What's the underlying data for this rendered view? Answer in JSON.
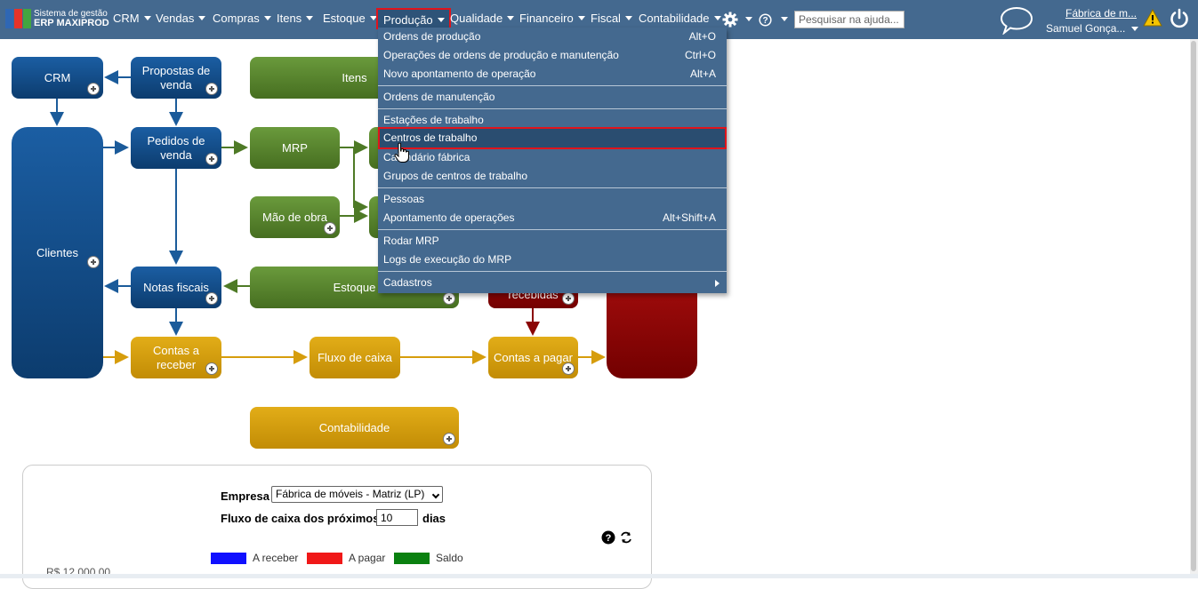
{
  "app": {
    "logo_line1": "Sistema de gestão",
    "logo_line2": "ERP MAXIPROD",
    "logo_colors": [
      "#2f67b4",
      "#e6332a",
      "#43a540"
    ]
  },
  "menu": [
    {
      "id": "crm",
      "label": "CRM"
    },
    {
      "id": "vendas",
      "label": "Vendas"
    },
    {
      "id": "compras",
      "label": "Compras"
    },
    {
      "id": "itens",
      "label": "Itens"
    },
    {
      "id": "estoque",
      "label": "Estoque"
    },
    {
      "id": "producao",
      "label": "Produção"
    },
    {
      "id": "qualidade",
      "label": "Qualidade"
    },
    {
      "id": "financeiro",
      "label": "Financeiro"
    },
    {
      "id": "fiscal",
      "label": "Fiscal"
    },
    {
      "id": "contabilidade",
      "label": "Contabilidade"
    }
  ],
  "search": {
    "placeholder": "Pesquisar na ajuda..."
  },
  "user": {
    "company": "Fábrica de m...",
    "name": "Samuel Gonça..."
  },
  "icons": {
    "settings": "gear-icon",
    "help": "help-icon",
    "chat": "chat-bubble-icon",
    "alert": "warning-icon",
    "power": "power-icon"
  },
  "dropdown": {
    "items": [
      {
        "label": "Ordens de produção",
        "shortcut": "Alt+O"
      },
      {
        "label": "Operações de ordens de produção e manutenção",
        "shortcut": "Ctrl+O"
      },
      {
        "label": "Novo apontamento de operação",
        "shortcut": "Alt+A"
      },
      {
        "label": "Ordens de manutenção",
        "shortcut": ""
      },
      {
        "label": "Estações de trabalho",
        "shortcut": ""
      },
      {
        "label": "Centros de trabalho",
        "shortcut": ""
      },
      {
        "label": "Calendário fábrica",
        "shortcut": ""
      },
      {
        "label": "Grupos de centros de trabalho",
        "shortcut": ""
      },
      {
        "label": "Pessoas",
        "shortcut": ""
      },
      {
        "label": "Apontamento de operações",
        "shortcut": "Alt+Shift+A"
      },
      {
        "label": "Rodar MRP",
        "shortcut": ""
      },
      {
        "label": "Logs de execução do MRP",
        "shortcut": ""
      },
      {
        "label": "Cadastros",
        "shortcut": ""
      }
    ],
    "selected": "Centros de trabalho"
  },
  "diagram": {
    "nodes": {
      "crm": "CRM",
      "propostas": "Propostas de venda",
      "itens": "Itens",
      "clientes": "Clientes",
      "pedidos": "Pedidos de venda",
      "mrp": "MRP",
      "mao_obra": "Mão de obra",
      "notas_fiscais": "Notas fiscais",
      "estoque": "Estoque",
      "notas_recebidas": "recebidas",
      "contas_receber": "Contas a receber",
      "fluxo_caixa": "Fluxo de caixa",
      "contas_pagar": "Contas a pagar",
      "contabilidade": "Contabilidade"
    },
    "colors": {
      "blue": "#0c4a85",
      "green": "#5a8530",
      "gold": "#d69d0c",
      "red": "#8a0505"
    }
  },
  "cashflow": {
    "empresa_label": "Empresa",
    "empresa_value": "Fábrica de móveis - Matriz (LP)",
    "fluxo_label": "Fluxo de caixa dos próximos",
    "dias_value": "10",
    "dias_label": "dias",
    "legend": [
      {
        "label": "A receber",
        "color": "#1010ff"
      },
      {
        "label": "A pagar",
        "color": "#f01818"
      },
      {
        "label": "Saldo",
        "color": "#0a8010"
      }
    ],
    "y_axis_top": "R$ 12.000,00"
  }
}
